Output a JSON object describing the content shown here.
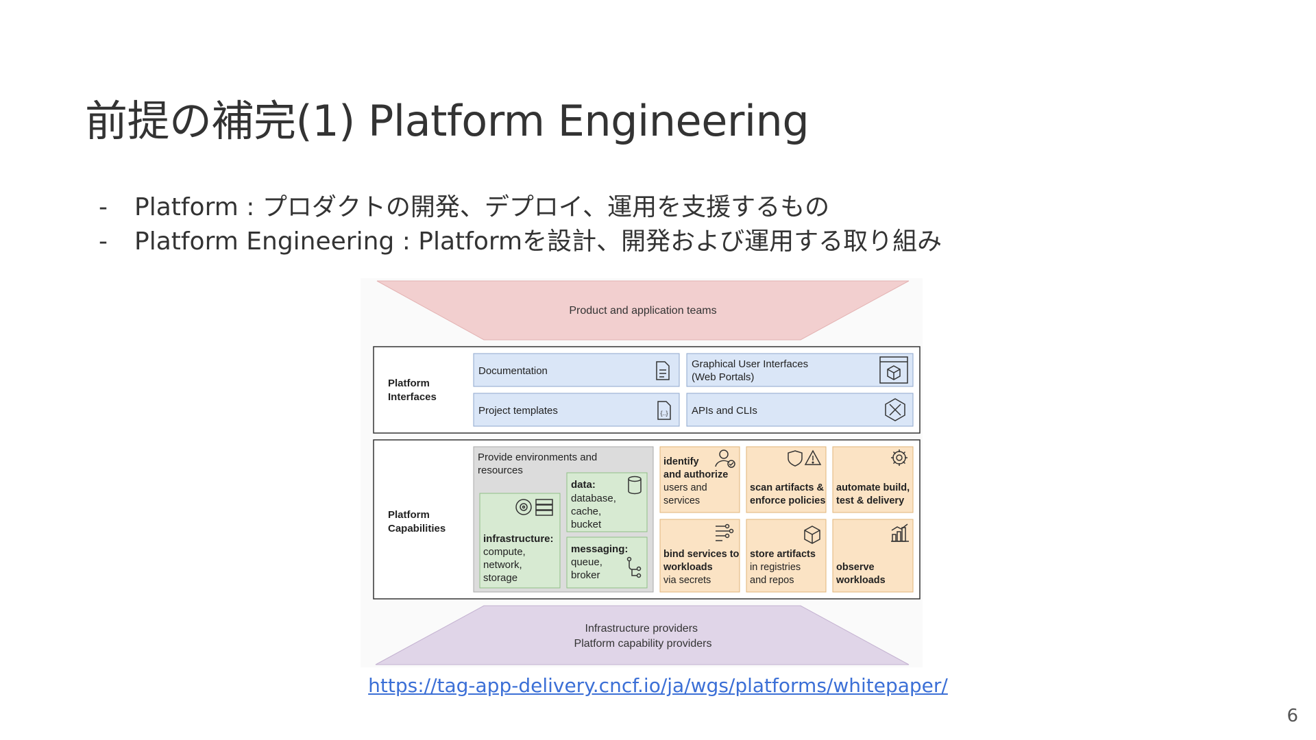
{
  "slide": {
    "title": "前提の補完(1) Platform Engineering",
    "bullets": [
      {
        "dash": "-",
        "text": "Platform : プロダクトの開発、デプロイ、運用を支援するもの"
      },
      {
        "dash": "-",
        "text": "Platform Engineering : Platformを設計、開発および運用する取り組み"
      }
    ],
    "source_link": "https://tag-app-delivery.cncf.io/ja/wgs/platforms/whitepaper/",
    "page_number": "6"
  },
  "diagram": {
    "top_band": "Product and application teams",
    "interfaces": {
      "label_line1": "Platform",
      "label_line2": "Interfaces",
      "documentation": "Documentation",
      "project_templates": "Project templates",
      "gui_line1": "Graphical User Interfaces",
      "gui_line2": "(Web Portals)",
      "apis_clis": "APIs and CLIs"
    },
    "capabilities": {
      "label_line1": "Platform",
      "label_line2": "Capabilities",
      "provide_line1": "Provide environments and",
      "provide_line2": "resources",
      "data_title": "data:",
      "data_lines": [
        "database,",
        "cache,",
        "bucket"
      ],
      "infra_title": "infrastructure:",
      "infra_lines": [
        "compute,",
        "network,",
        "storage"
      ],
      "messaging_title": "messaging:",
      "messaging_lines": [
        "queue,",
        "broker"
      ],
      "identify_bold": [
        "identify",
        "and authorize"
      ],
      "identify_normal": [
        "users and",
        "services"
      ],
      "scan_bold": [
        "scan artifacts &",
        "enforce policies"
      ],
      "automate_bold": [
        "automate build,",
        "test & delivery"
      ],
      "bind_bold": [
        "bind services to",
        "workloads"
      ],
      "bind_normal": [
        "via secrets"
      ],
      "store_bold": [
        "store artifacts"
      ],
      "store_normal": [
        "in registries",
        "and repos"
      ],
      "observe_bold": [
        "observe",
        "workloads"
      ]
    },
    "bottom_band_line1": "Infrastructure providers",
    "bottom_band_line2": "Platform capability providers",
    "colors": {
      "top_band": "#f2cfcf",
      "bottom_band": "#e0d5e8",
      "interface_box": "#dae6f7",
      "capability_green": "#d7ead2",
      "capability_orange": "#fbe3c4"
    }
  }
}
